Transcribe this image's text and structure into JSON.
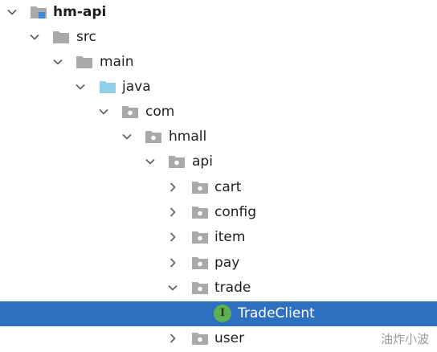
{
  "tree": {
    "nodes": [
      {
        "label": "hm-api",
        "bold": true,
        "expanded": true,
        "icon": "module-folder-icon"
      },
      {
        "label": "src",
        "expanded": true,
        "icon": "folder-icon"
      },
      {
        "label": "main",
        "expanded": true,
        "icon": "folder-icon"
      },
      {
        "label": "java",
        "expanded": true,
        "icon": "source-root-folder-icon"
      },
      {
        "label": "com",
        "expanded": true,
        "icon": "package-icon"
      },
      {
        "label": "hmall",
        "expanded": true,
        "icon": "package-icon"
      },
      {
        "label": "api",
        "expanded": true,
        "icon": "package-icon"
      },
      {
        "label": "cart",
        "expanded": false,
        "icon": "package-icon"
      },
      {
        "label": "config",
        "expanded": false,
        "icon": "package-icon"
      },
      {
        "label": "item",
        "expanded": false,
        "icon": "package-icon"
      },
      {
        "label": "pay",
        "expanded": false,
        "icon": "package-icon"
      },
      {
        "label": "trade",
        "expanded": true,
        "icon": "package-icon"
      },
      {
        "label": "TradeClient",
        "selected": true,
        "icon": "interface-icon",
        "icon_letter": "I"
      },
      {
        "label": "user",
        "expanded": false,
        "icon": "package-icon"
      }
    ]
  },
  "colors": {
    "selection": "#2f6fbf",
    "folder": "#a9a9a9",
    "source_root_folder": "#8fd0e8",
    "module_marker": "#3d8ad8",
    "interface_icon": "#5fb052"
  },
  "watermark": "油炸小波"
}
